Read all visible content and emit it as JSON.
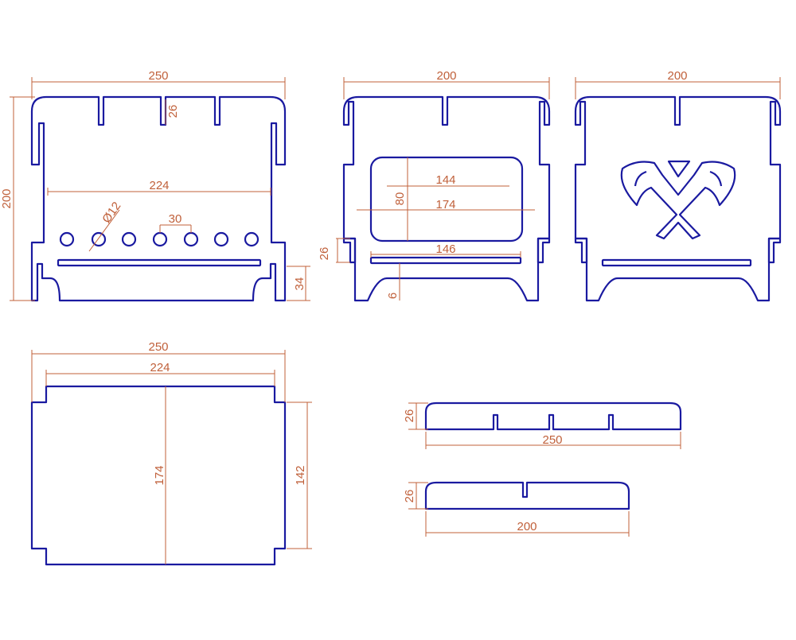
{
  "colors": {
    "outline": "#1a1aa0",
    "dimension": "#c0603a",
    "background": "#ffffff"
  },
  "views": {
    "side_panel": {
      "width": "250",
      "height": "200",
      "slot_depth": "26",
      "inner_width": "224",
      "hole_diameter": "Ø12",
      "hole_pitch": "30",
      "leg_height": "34"
    },
    "front_panel": {
      "width": "200",
      "window_width_top": "144",
      "window_height": "80",
      "window_width": "174",
      "lower_slot_height": "26",
      "bar_width": "146",
      "bar_thickness": "6"
    },
    "back_panel": {
      "width": "200",
      "emblem": "crossed-axes-icon"
    },
    "bottom_plate": {
      "width": "250",
      "inner_width": "224",
      "height": "174",
      "inner_height": "142"
    },
    "long_bar": {
      "height": "26",
      "length": "250"
    },
    "short_bar": {
      "height": "26",
      "length": "200"
    }
  }
}
